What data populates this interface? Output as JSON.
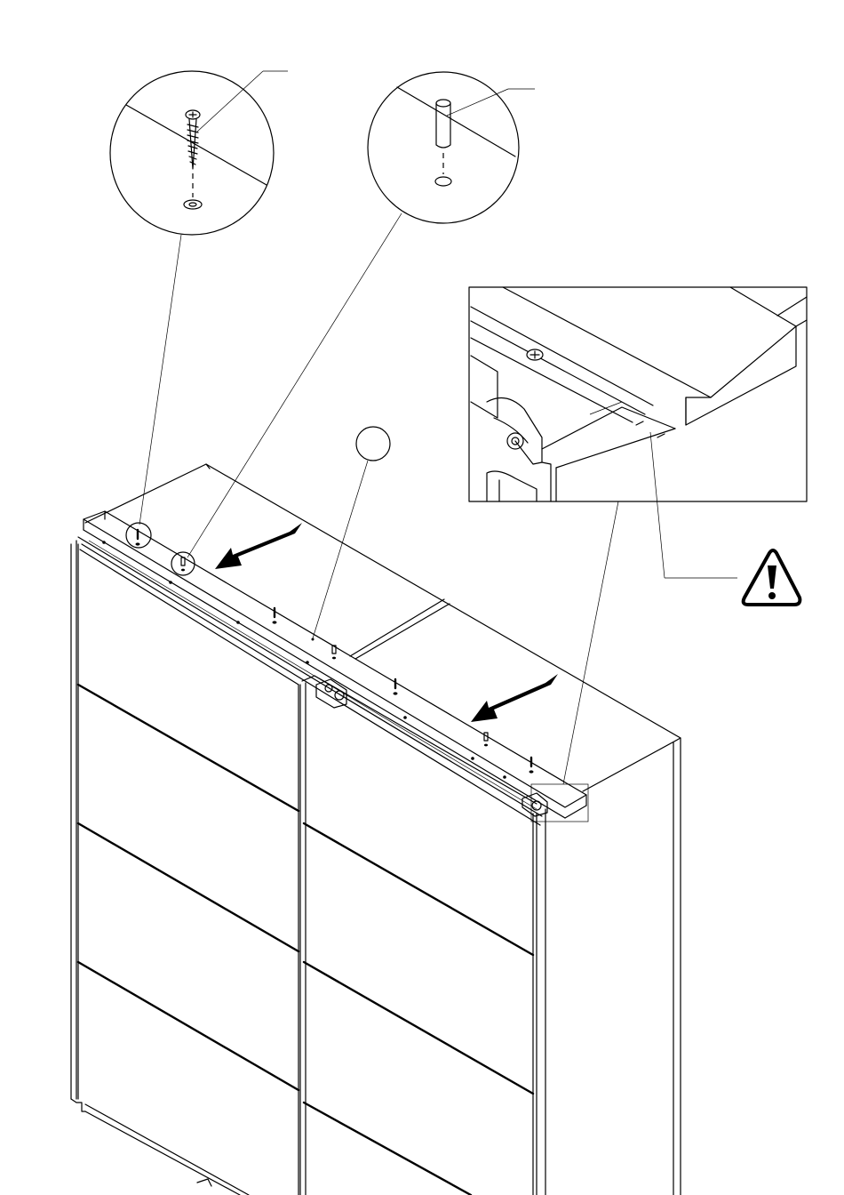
{
  "diagram": {
    "subject": "sliding-wardrobe-top-rail-assembly",
    "callouts": [
      {
        "id": "screw-detail",
        "part": "wood-screw"
      },
      {
        "id": "dowel-detail",
        "part": "wooden-dowel"
      },
      {
        "id": "rail-end-detail",
        "part": "top-rail-end-stop"
      }
    ],
    "arrows": [
      {
        "id": "push-arrow-left",
        "direction": "down-left"
      },
      {
        "id": "push-arrow-right",
        "direction": "down-left"
      }
    ],
    "warning_icon": "exclamation-triangle-icon",
    "empty_marker": "blank-circle-marker",
    "colors": {
      "ink": "#000000",
      "paper": "#ffffff"
    }
  }
}
